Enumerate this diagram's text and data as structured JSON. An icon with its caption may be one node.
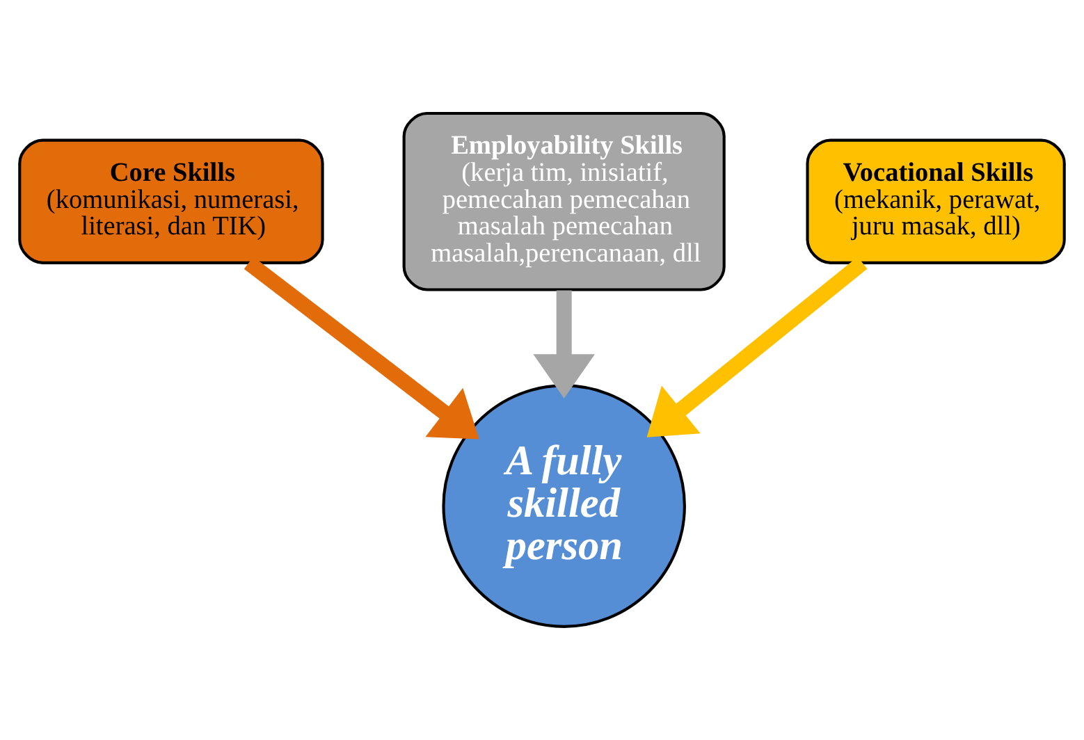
{
  "diagram": {
    "nodes": [
      {
        "text": [
          "Employability Skills",
          "(kerja tim, inisiatif, pemecahan pemecahan masalah pemecahan masalah,perencanaan, dll"
        ]
      },
      {
        "text": [
          "Core Skills",
          "(komunikasi, numerasi, literasi, dan TIK)"
        ]
      },
      {
        "text": [
          "Vocational Skills",
          "(mekanik, perawat, juru masak, dll)"
        ]
      },
      {
        "text": [
          "A fully skilled person"
        ]
      }
    ],
    "edges": [
      {
        "from": 0,
        "to": 3,
        "arrow": "to",
        "color": "#a6a6a6"
      },
      {
        "from": 1,
        "to": 3,
        "arrow": "to",
        "color": "#e36c0a"
      },
      {
        "from": 2,
        "to": 3,
        "arrow": "to",
        "color": "#ffc000"
      }
    ]
  }
}
